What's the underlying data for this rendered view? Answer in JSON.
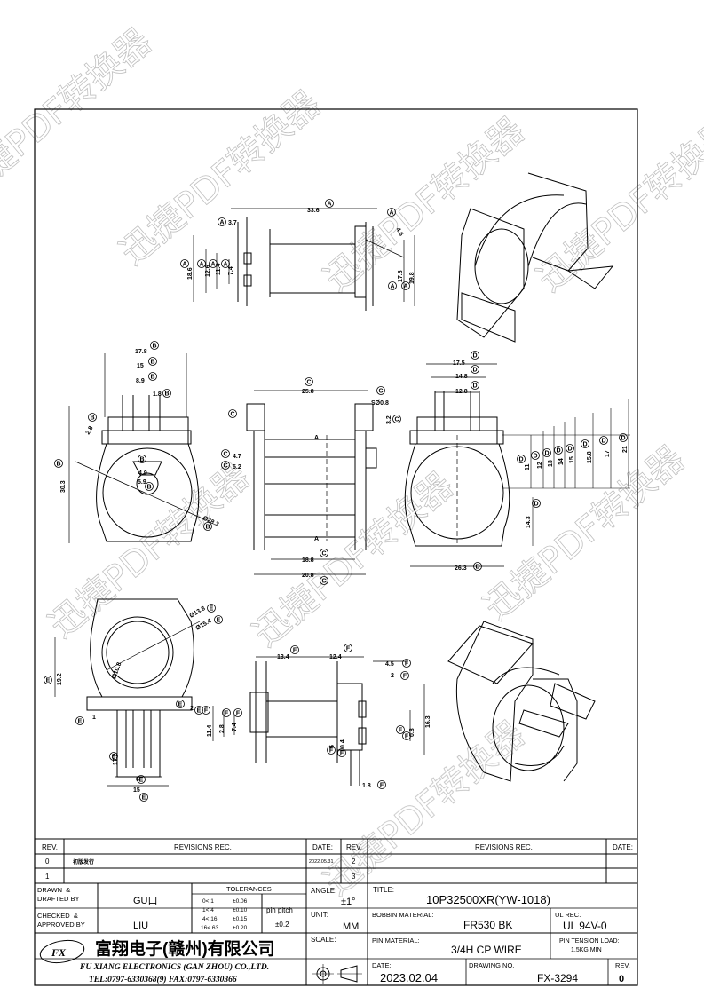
{
  "watermark": "迅捷PDF转换器",
  "views": {
    "top": {
      "dims": [
        "33.6",
        "3.7",
        "18.6",
        "12.6",
        "11.4",
        "7.4",
        "17.8",
        "19.8",
        "4.6"
      ],
      "bubbles": [
        "A",
        "A",
        "A",
        "A",
        "A",
        "A",
        "A",
        "A",
        "A"
      ]
    },
    "left": {
      "dims": [
        "17.8",
        "15",
        "8.9",
        "1.8",
        "30.3",
        "2.8",
        "4.9",
        "5.9",
        "Ø28.3"
      ],
      "bubbles": [
        "B",
        "B",
        "B",
        "B",
        "B",
        "B",
        "B",
        "B",
        "B"
      ]
    },
    "middle": {
      "dims": [
        "25.8",
        "SØ0.8",
        "3.2",
        "4.7",
        "5.2",
        "18.8",
        "20.8"
      ],
      "section_marks": [
        "A",
        "A"
      ],
      "bubbles": [
        "C",
        "C",
        "C",
        "C",
        "C",
        "C",
        "C",
        "C"
      ]
    },
    "right": {
      "dims": [
        "17.5",
        "14.8",
        "12.8",
        "11",
        "12",
        "13",
        "14",
        "15",
        "15.8",
        "17",
        "21",
        "14.3",
        "26.3"
      ],
      "bubbles": [
        "D",
        "D",
        "D",
        "D",
        "D",
        "D",
        "D",
        "D",
        "D",
        "D",
        "D",
        "D",
        "D"
      ]
    },
    "bottom_left": {
      "dims": [
        "Ø13.8",
        "Ø15.4",
        "19.2",
        "Ø10.8",
        "1",
        "2",
        "17.2",
        "6",
        "15"
      ],
      "bubbles": [
        "E",
        "E",
        "E",
        "E",
        "E",
        "E",
        "E",
        "E",
        "E"
      ]
    },
    "bottom_middle": {
      "dims": [
        "13.4",
        "12.4",
        "4.5",
        "2",
        "0.8",
        "16.3",
        "11.4",
        "2.8",
        "7.4",
        "1.8",
        "5",
        "0.4"
      ],
      "bubbles": [
        "F",
        "F",
        "F",
        "F",
        "F",
        "F",
        "F",
        "F",
        "F",
        "F",
        "F",
        "F"
      ]
    }
  },
  "title_block": {
    "rev_header": "REV.",
    "revisions_header": "REVISIONS  REC.",
    "date_header": "DATE:",
    "rev_header2": "REV.",
    "revisions_header2": "REVISIONS  REC.",
    "date_header2": "DATE:",
    "rows": [
      {
        "rev": "0",
        "rec": "初版发行",
        "date": "2022.05.31",
        "rev2": "2"
      },
      {
        "rev": "1",
        "rec": "",
        "date": "",
        "rev2": "3"
      }
    ],
    "drawn_label": "DRAWN  &\nDRAFTED  BY",
    "drawn_value": "GU口",
    "checked_label": "CHECKED  &\nAPPROVED  BY",
    "checked_value": "LIU",
    "tolerances_header": "TOLERANCES",
    "tolerances": [
      {
        "range": "0<  1",
        "tol": "±0.06"
      },
      {
        "range": "1<  4",
        "tol": "±0.10"
      },
      {
        "range": "4<  16",
        "tol": "±0.15"
      },
      {
        "range": "16<  63",
        "tol": "±0.20"
      }
    ],
    "pin_pitch_label": "pin  pitch",
    "pin_pitch_value": "±0.2",
    "angle_label": "ANGLE:",
    "angle_value": "±1°",
    "unit_label": "UNIT:",
    "unit_value": "MM",
    "scale_label": "SCALE:",
    "title_label": "TITLE:",
    "title_value": "10P32500XR(YW-1018)",
    "bobbin_label": "BOBBIN  MATERIAL:",
    "bobbin_value": "FR530  BK",
    "ulrec_label": "UL  REC.",
    "ulrec_value": "UL  94V-0",
    "pin_material_label": "PIN  MATERIAL:",
    "pin_material_value": "3/4H  CP  WIRE",
    "pin_tension_label": "PIN  TENSION  LOAD:",
    "pin_tension_value": "1.5KG  MIN",
    "date_label": "DATE:",
    "date_value": "2023.02.04",
    "drawing_no_label": "DRAWING  NO.",
    "drawing_no_value": "FX-3294",
    "rev_label": "REV.",
    "rev_value": "0",
    "company_cn": "富翔电子(赣州)有限公司",
    "company_en": "FU  XIANG  ELECTRONICS  (GAN  ZHOU)  CO.,LTD.",
    "company_tel": "TEL:0797-6330368(9)     FAX:0797-6330366",
    "logo_text": "FX"
  }
}
